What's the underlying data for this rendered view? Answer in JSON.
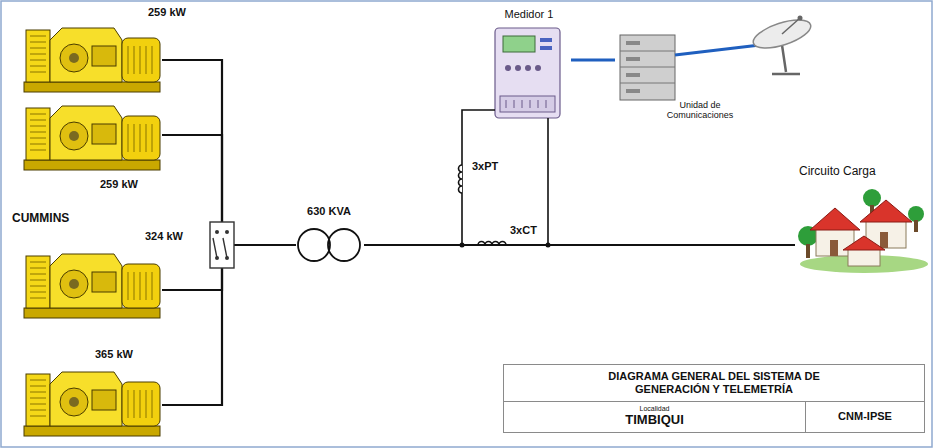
{
  "diagram": {
    "nodes": [
      {
        "text": [
          "259 kW"
        ]
      },
      {
        "text": [
          "259 kW"
        ]
      },
      {
        "text": [
          "324 kW"
        ]
      },
      {
        "text": [
          "365 kW"
        ]
      },
      {
        "text": [
          "630 KVA"
        ]
      },
      {
        "text": [
          "Medidor 1"
        ]
      },
      {
        "text": [
          "Unidad de Comunicaciones"
        ]
      },
      {
        "text": [
          "Circuito Carga"
        ]
      },
      {
        "text": [
          "DIAGRAMA GENERAL DEL SISTEMA DE GENERACIÓN Y TELEMETRÍA"
        ]
      },
      {
        "text": [
          "Localidad",
          "TIMBIQUI"
        ],
        "in": 8
      },
      {
        "text": [
          "CNM-IPSE"
        ],
        "in": 8
      }
    ],
    "edges": [
      {
        "from": 0,
        "to": 4,
        "arrow": "none"
      },
      {
        "from": 1,
        "to": 4,
        "arrow": "none"
      },
      {
        "from": 2,
        "to": 4,
        "arrow": "none"
      },
      {
        "from": 3,
        "to": 4,
        "arrow": "none"
      },
      {
        "from": 4,
        "to": 7,
        "arrow": "none"
      },
      {
        "from": 5,
        "to": 6,
        "arrow": "none"
      }
    ],
    "labels": [
      "CUMMINS",
      "3xPT",
      "3xCT"
    ]
  }
}
